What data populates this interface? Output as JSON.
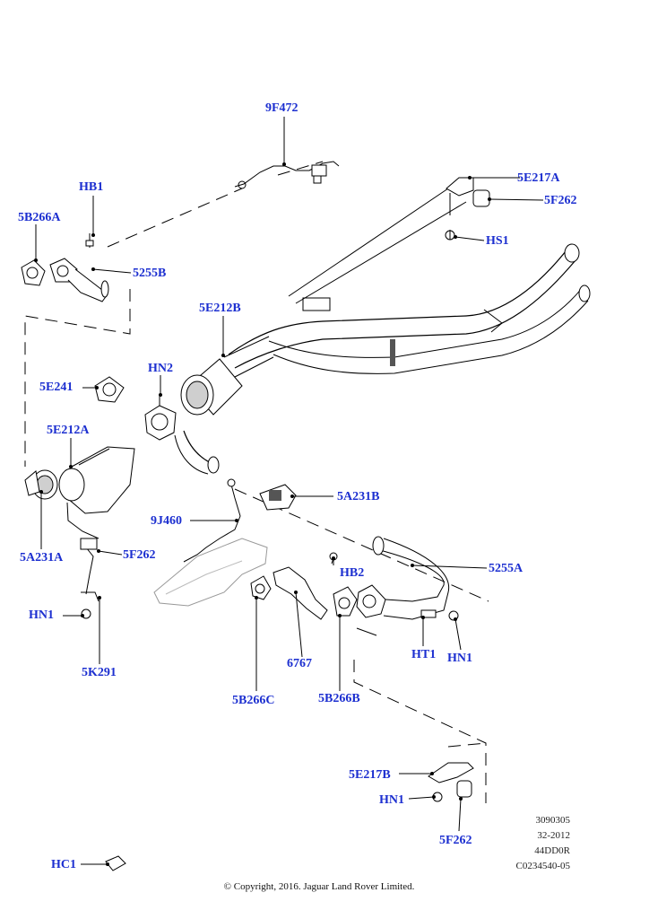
{
  "callouts": {
    "c_9f472": "9F472",
    "c_hb1": "HB1",
    "c_5b266a": "5B266A",
    "c_5255b": "5255B",
    "c_5e217a": "5E217A",
    "c_5f262_top": "5F262",
    "c_hs1": "HS1",
    "c_5e212b": "5E212B",
    "c_hn2": "HN2",
    "c_5e241": "5E241",
    "c_5e212a": "5E212A",
    "c_5a231b": "5A231B",
    "c_9j460": "9J460",
    "c_5a231a": "5A231A",
    "c_5f262_left": "5F262",
    "c_hb2": "HB2",
    "c_5255a": "5255A",
    "c_hn1_left": "HN1",
    "c_ht1": "HT1",
    "c_hn1_right": "HN1",
    "c_5k291": "5K291",
    "c_6767": "6767",
    "c_5b266c": "5B266C",
    "c_5b266b": "5B266B",
    "c_5e217b": "5E217B",
    "c_hn1_bottom": "HN1",
    "c_5f262_bottom": "5F262",
    "c_hc1": "HC1"
  },
  "reference": {
    "line1": "3090305",
    "line2": "32-2012",
    "line3": "44DD0R",
    "line4": "C0234540-05"
  },
  "copyright": "© Copyright, 2016. Jaguar Land Rover Limited.",
  "colors": {
    "callout": "#1c2fd0",
    "line": "#000000",
    "part_fill": "#ffffff",
    "shade": "#cfcfcf"
  }
}
